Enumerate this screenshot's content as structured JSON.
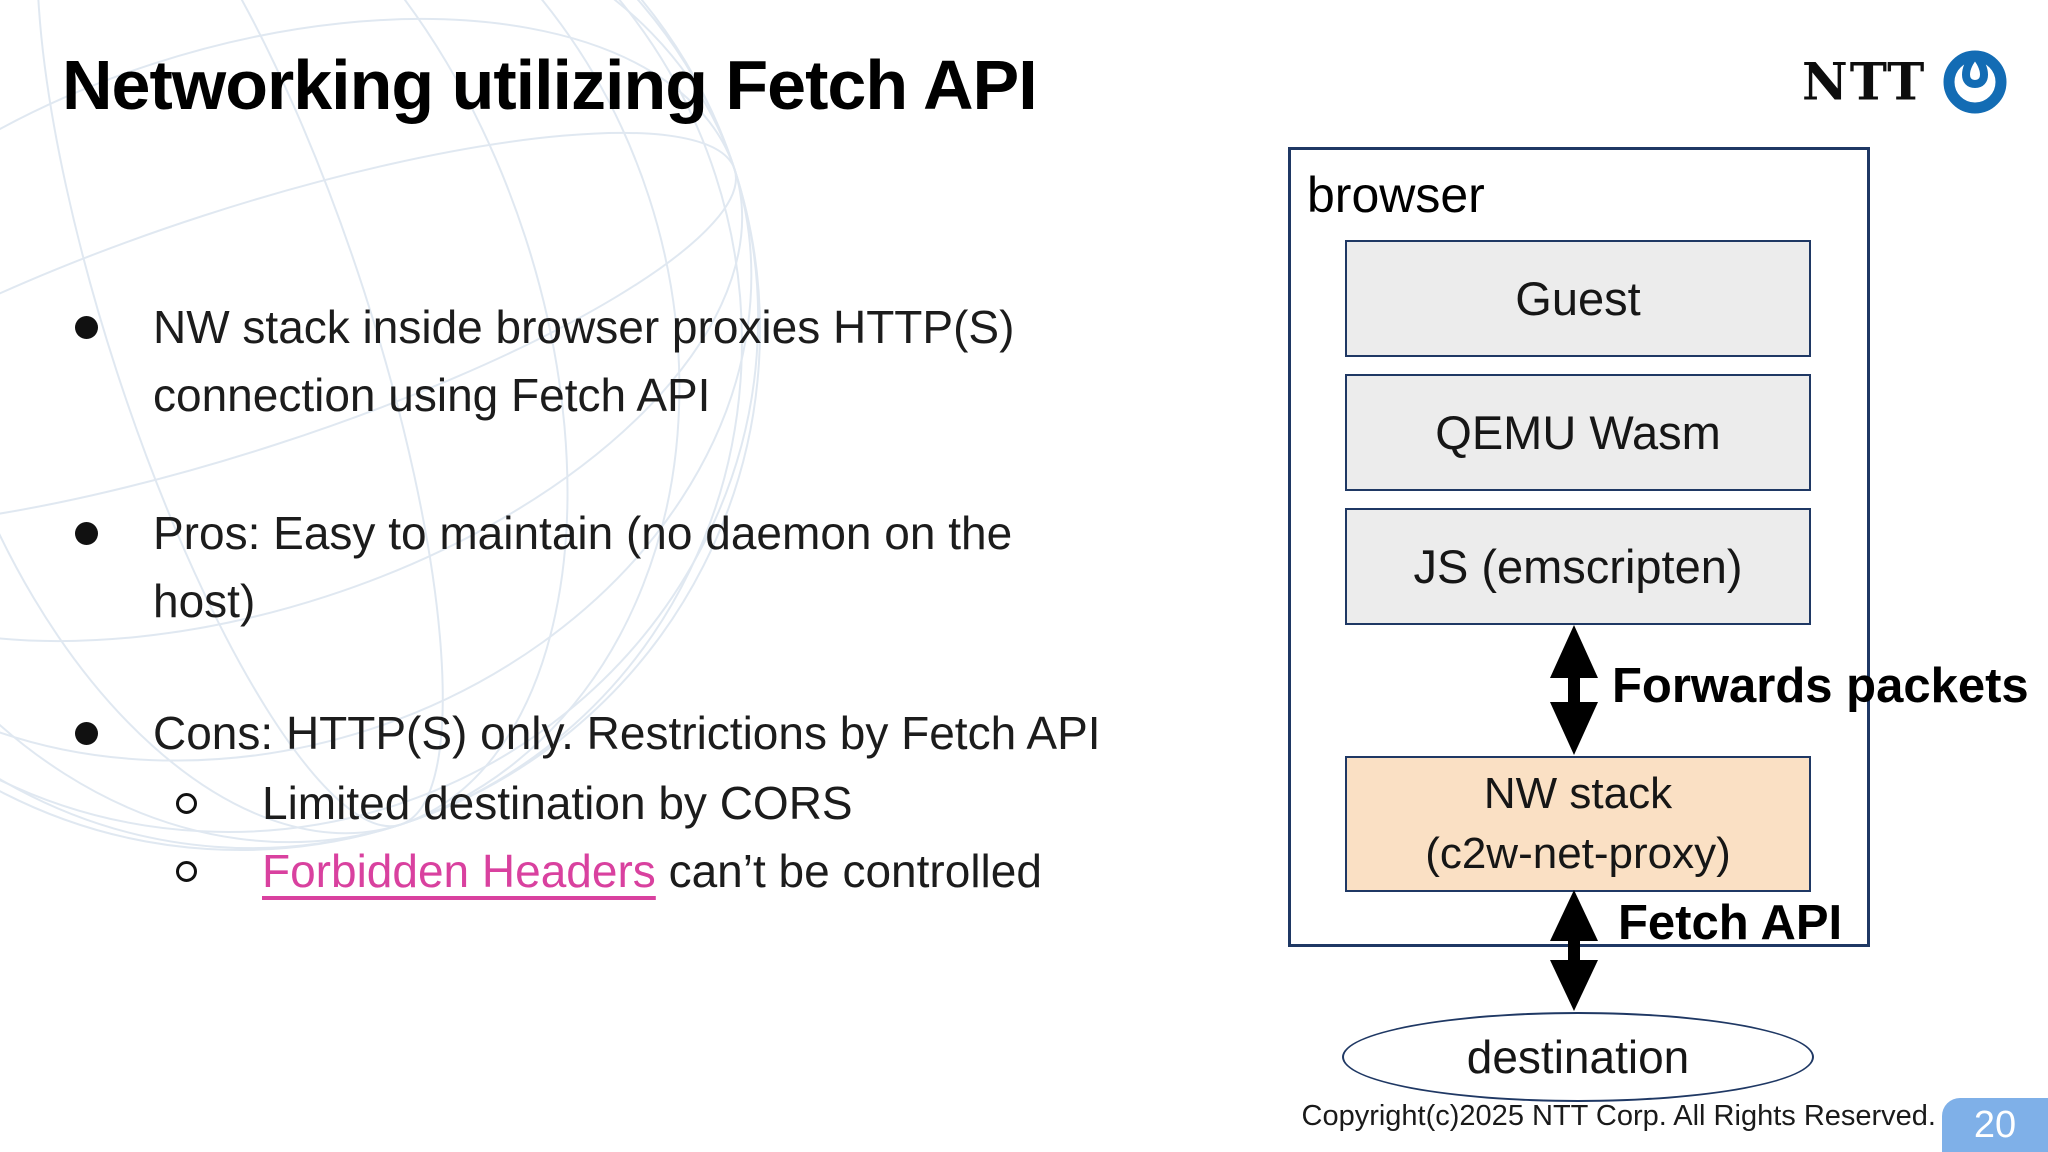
{
  "slide": {
    "title": "Networking utilizing Fetch API",
    "page_number": "20",
    "copyright": "Copyright(c)2025 NTT Corp. All Rights Reserved."
  },
  "logo": {
    "wordmark": "NTT"
  },
  "bullets": {
    "items": [
      {
        "lines": [
          "NW stack inside browser proxies HTTP(S)",
          "connection using Fetch API"
        ]
      },
      {
        "lines": [
          "Pros: Easy to maintain (no daemon on the",
          "host)"
        ]
      },
      {
        "lines": [
          "Cons: HTTP(S) only. Restrictions by Fetch API"
        ]
      }
    ],
    "sub_items": [
      {
        "text": "Limited destination by CORS"
      },
      {
        "link": "Forbidden Headers",
        "suffix": " can’t be controlled"
      }
    ]
  },
  "diagram": {
    "container_label": "browser",
    "boxes": [
      {
        "label": "Guest"
      },
      {
        "label": "QEMU Wasm"
      },
      {
        "label": "JS (emscripten)"
      },
      {
        "lines": [
          "NW stack",
          "(c2w-net-proxy)"
        ]
      }
    ],
    "arrow_labels": [
      "Forwards packets",
      "Fetch API"
    ],
    "destination_label": "destination"
  },
  "colors": {
    "navy_border": "#1f3864",
    "box_gray": "#ececec",
    "box_peach": "#fae0c4",
    "link_pink": "#d9419f",
    "badge_blue": "#7fb0e8",
    "ntt_blue": "#136cb4",
    "globe_line": "#ccdae8"
  }
}
